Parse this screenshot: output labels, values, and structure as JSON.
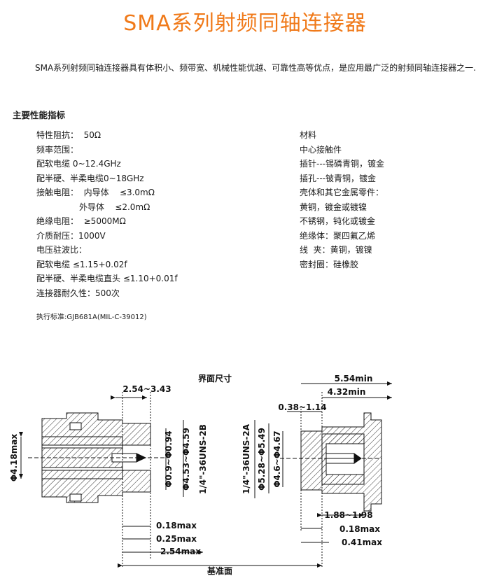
{
  "title": "SMA系列射频同轴连接器",
  "intro": "SMA系列射频同轴连接器具有体积小、频带宽、机械性能优越、可靠性高等优点，是应用最广泛的射频同轴连接器之一.",
  "section_title": "主要性能指标",
  "specs": [
    "特性阻抗：  50Ω",
    "频率范围：",
    "配软电缆 0~12.4GHz",
    "配半硬、半柔电缆0~18GHz",
    "接触电阻：  内导体    ≤3.0mΩ",
    "                外导体    ≤2.0mΩ",
    "绝缘电阻：  ≥5000MΩ",
    "介质耐压：1000V",
    "电压驻波比：",
    "配软电缆 ≤1.15+0.02f",
    "配半硬、半柔电缆直头 ≤1.10+0.01f",
    "连接器耐久性：500次"
  ],
  "materials": [
    "材料",
    "中心接触件",
    "插针---锡磷青铜，镀金",
    "插孔---铍青铜，镀金",
    "壳体和其它金属零件：",
    "黄铜，镀金或镀镍",
    "不锈钢，钝化或镀金",
    "绝缘体：聚四氟乙烯",
    "线  夹：黄铜，镀镍",
    "密封圈：硅橡胶"
  ],
  "standard": "执行标准:GJB681A(MIL-C-39012)",
  "diagram": {
    "title": "界面尺寸",
    "reference_plane": "基准面",
    "left": {
      "top_dim": "2.54~3.43",
      "side_dim": "Φ4.18max",
      "d1": "Φ0.9~Φ0.94",
      "d2": "Φ4.53~Φ4.59",
      "thread": "1/4\"-36UNS-2B",
      "b1": "0.18max",
      "b2": "0.25max",
      "b3": "2.54max"
    },
    "right": {
      "t1": "5.54min",
      "t2": "4.32min",
      "t3": "0.38~1.14",
      "thread": "1/4\"-36UNS-2A",
      "d1": "Φ5.28~Φ5.49",
      "d2": "Φ4.6~Φ4.67",
      "b1": "1.88~1.98",
      "b2": "0.18max",
      "b3": "0.41max"
    }
  }
}
